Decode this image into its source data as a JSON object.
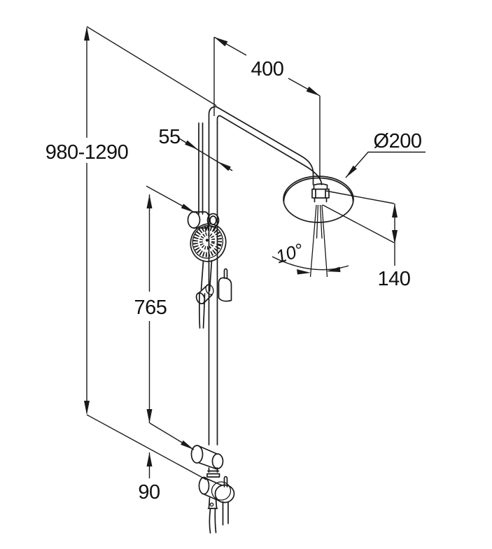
{
  "drawing": {
    "type": "technical-dimension-drawing",
    "figure": "shower-column-with-overhead-and-hand-shower",
    "colors": {
      "line": "#1a1a1a",
      "background": "#ffffff"
    },
    "dimensions": {
      "height_range": "980-1290",
      "arm_length": "400",
      "rail_offset": "55",
      "head_diameter": "Ø200",
      "head_drop": "140",
      "rail_length": "765",
      "bottom_offset": "90",
      "spray_angle": "10°"
    }
  }
}
